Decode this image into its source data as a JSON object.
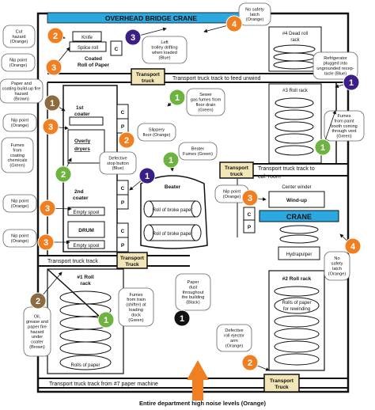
{
  "colors": {
    "orange": "#F07F21",
    "green": "#6CB33F",
    "blue": "#3B1F86",
    "brown": "#8B6B3F",
    "black": "#111111",
    "crane_blue": "#2BA8E0",
    "truck_fill": "#F2E6B8",
    "arrow_orange": "#F07F21"
  },
  "crane_top": "OVERHEAD BRIDGE CRANE",
  "crane_right": "CRANE",
  "machines": {
    "knife": "Knife",
    "splice_roll": "Splice roll",
    "coated_roll": "Coated Roll of Paper",
    "first_coater": "1st coater",
    "overly_dryers": "Overly dryers",
    "second_coater": "2nd coater",
    "empty_spool_a": "Empty spool",
    "drum": "DRUM",
    "empty_spool_b": "Empty spool",
    "beater": "Beater",
    "broke_a": "Roll of broke paper",
    "broke_b": "Roll of broke paper",
    "dead_roll_rack": "#4 Dead roll rack",
    "roll_rack_3": "#3 Roll rack",
    "center_winder": "Center winder",
    "wind_up": "Wind-up",
    "hydrapulper": "Hydrapulper",
    "roll_rack_1": "#1 Roll rack",
    "rolls_of_paper": "Rolls of paper",
    "roll_rack_2": "#2 Roll rack",
    "rolls_rewind": "Rolls of paper for rewinding",
    "c": "C",
    "p": "P"
  },
  "tracks": {
    "unwind": "Transport truck track to feed unwind",
    "cal_room": "Transport truck track to cal. room",
    "bottom_left": "Transport truck track",
    "machine7": "Transport truck track from #7 paper machine"
  },
  "transport_truck": "Transport truck",
  "footer": "Entire department high noise levels (Orange)",
  "hazards": [
    {
      "id": "cut",
      "number": "2",
      "color": "orange",
      "text": [
        "Cut",
        "hazard",
        "(Orange)"
      ]
    },
    {
      "id": "nip1",
      "number": "3",
      "color": "orange",
      "text": [
        "Nip point",
        "(Orange)"
      ]
    },
    {
      "id": "leftTrolley",
      "number": "3",
      "color": "blue",
      "text": [
        "Left",
        "trolley drifting",
        "when loaded",
        "(Blue)"
      ]
    },
    {
      "id": "safetyTop",
      "number": "4",
      "color": "orange",
      "text": [
        "No safety",
        "latch",
        "(Orange)"
      ]
    },
    {
      "id": "fireBuildup",
      "number": "1",
      "color": "brown",
      "text": [
        "Paper and",
        "coating build-up fire",
        "hazard",
        "(Brown)"
      ]
    },
    {
      "id": "sewer",
      "number": "1",
      "color": "green",
      "text": [
        "Sewer",
        "gas fumes from",
        "floor drain",
        "(Green)"
      ]
    },
    {
      "id": "fridge",
      "number": "1",
      "color": "blue",
      "text": [
        "Refrigerator",
        "plugged into",
        "ungrounded recep-",
        "tacle (Blue)"
      ]
    },
    {
      "id": "nip2",
      "number": "3",
      "color": "orange",
      "text": [
        "Nip point",
        "(Orange)"
      ]
    },
    {
      "id": "slippery",
      "number": "2",
      "color": "orange",
      "text": [
        "Slippery",
        "floor (Orange)"
      ]
    },
    {
      "id": "fumesPaint",
      "number": "1",
      "color": "green",
      "text": [
        "Fumes",
        "from paint",
        "booth coming",
        "through vent",
        "(Green)"
      ]
    },
    {
      "id": "fumesCoating",
      "number": "2",
      "color": "green",
      "text": [
        "Fumes",
        "from",
        "coating",
        "chemicals",
        "(Green)"
      ]
    },
    {
      "id": "stopButton",
      "number": "1",
      "color": "blue",
      "text": [
        "Defective",
        "stop button",
        "(Blue)"
      ]
    },
    {
      "id": "beaterFumes",
      "number": "1",
      "color": "green",
      "text": [
        "Beater",
        "Fumes (Green)"
      ]
    },
    {
      "id": "nip3",
      "number": "3",
      "color": "orange",
      "text": [
        "Nip point",
        "(Orange)"
      ]
    },
    {
      "id": "nip4",
      "number": "3",
      "color": "orange",
      "text": [
        "Nip point",
        "(Orange)"
      ]
    },
    {
      "id": "nip5",
      "number": "3",
      "color": "orange",
      "text": [
        "Nip point",
        "(Orange)"
      ]
    },
    {
      "id": "safetyRight",
      "number": "4",
      "color": "orange",
      "text": [
        "No",
        "safety",
        "latch",
        "(Orange)"
      ]
    },
    {
      "id": "oilGrease",
      "number": "2",
      "color": "brown",
      "text": [
        "Oil,",
        "grease and",
        "paper fire",
        "hazard",
        "under",
        "coater",
        "(Brown)"
      ]
    },
    {
      "id": "fumesTrain",
      "number": "1",
      "color": "green",
      "text": [
        "Fumes",
        "from train",
        "(shifter) at",
        "loading",
        "dock",
        "(Green)"
      ]
    },
    {
      "id": "paperDust",
      "number": "1",
      "color": "black",
      "text": [
        "Paper",
        "dust",
        "throughout",
        "the building",
        "(Black)"
      ]
    },
    {
      "id": "ejector",
      "number": "2",
      "color": "orange",
      "text": [
        "Defective",
        "roll ejector",
        "arm",
        "(Orange)"
      ]
    }
  ]
}
